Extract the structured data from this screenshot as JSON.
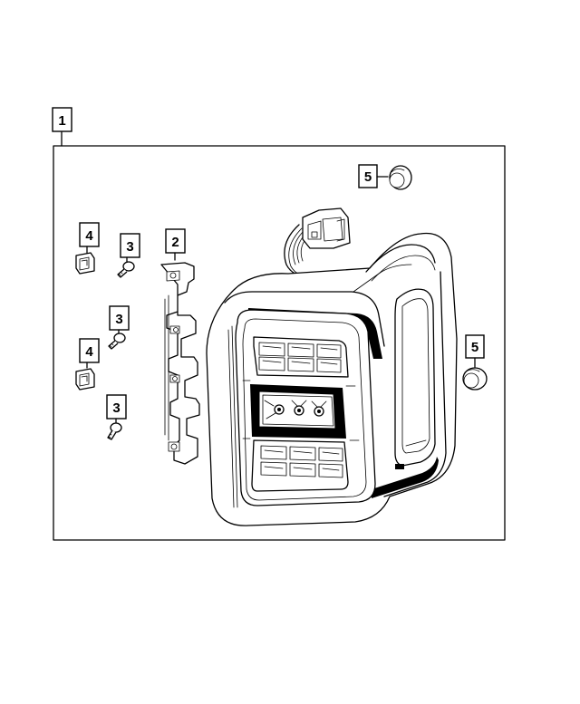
{
  "callouts": {
    "assembly": "1",
    "bracket": "2",
    "screw_a": "3",
    "screw_b": "3",
    "screw_c": "3",
    "clip_a": "4",
    "clip_b": "4",
    "grommet_a": "5",
    "grommet_b": "5"
  }
}
